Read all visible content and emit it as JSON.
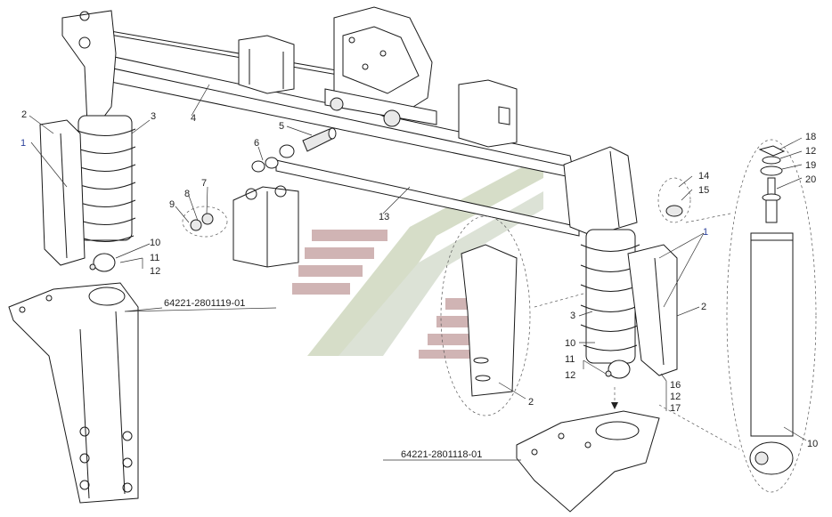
{
  "callouts": {
    "c1_left": "1",
    "c2_left": "2",
    "c3_left": "3",
    "c4": "4",
    "c5": "5",
    "c6": "6",
    "c7": "7",
    "c8": "8",
    "c9": "9",
    "c10_left": "10",
    "c11_left": "11",
    "c12_left": "12",
    "c13": "13",
    "c14": "14",
    "c15": "15",
    "c1_right": "1",
    "c2_right": "2",
    "c3_right": "3",
    "c10_right": "10",
    "c11_right": "11",
    "c12_right": "12",
    "c16": "16",
    "c12_right_b": "12",
    "c17": "17",
    "c2_detail": "2",
    "c18": "18",
    "c12_shock": "12",
    "c19": "19",
    "c20": "20",
    "c10_shock": "10"
  },
  "part_numbers": {
    "left_bracket": "64221-2801119-01",
    "right_bracket": "64221-2801118-01"
  },
  "colors": {
    "line": "#1a1a1a",
    "watermark_green": "#c9d4b0",
    "watermark_red": "#c8a0a0",
    "watermark_gray": "#bfc4c8",
    "callout_blue": "#2a3f9a"
  }
}
